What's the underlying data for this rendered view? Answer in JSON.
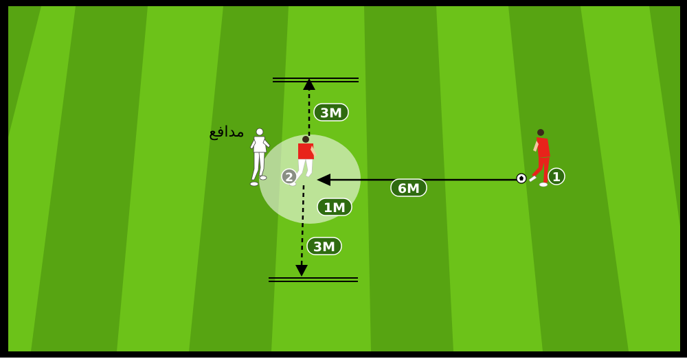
{
  "diagram": {
    "colors": {
      "pitch_light": "#6cc219",
      "pitch_dark": "#57a412",
      "border": "#000000",
      "badge": "#2f6b10",
      "zone": "#ffffff",
      "player_attacker": "#e8231b",
      "player_defender": "#ffffff"
    },
    "labels": {
      "defender": "مدافع",
      "player_1": "1",
      "player_2": "2",
      "dist_top": "3M",
      "dist_bottom": "3M",
      "dist_pass": "6M",
      "dist_zone": "1M"
    },
    "icons": {
      "ball": "soccer-ball-icon",
      "attacker": "red-player-figure",
      "defender": "white-player-figure"
    }
  }
}
